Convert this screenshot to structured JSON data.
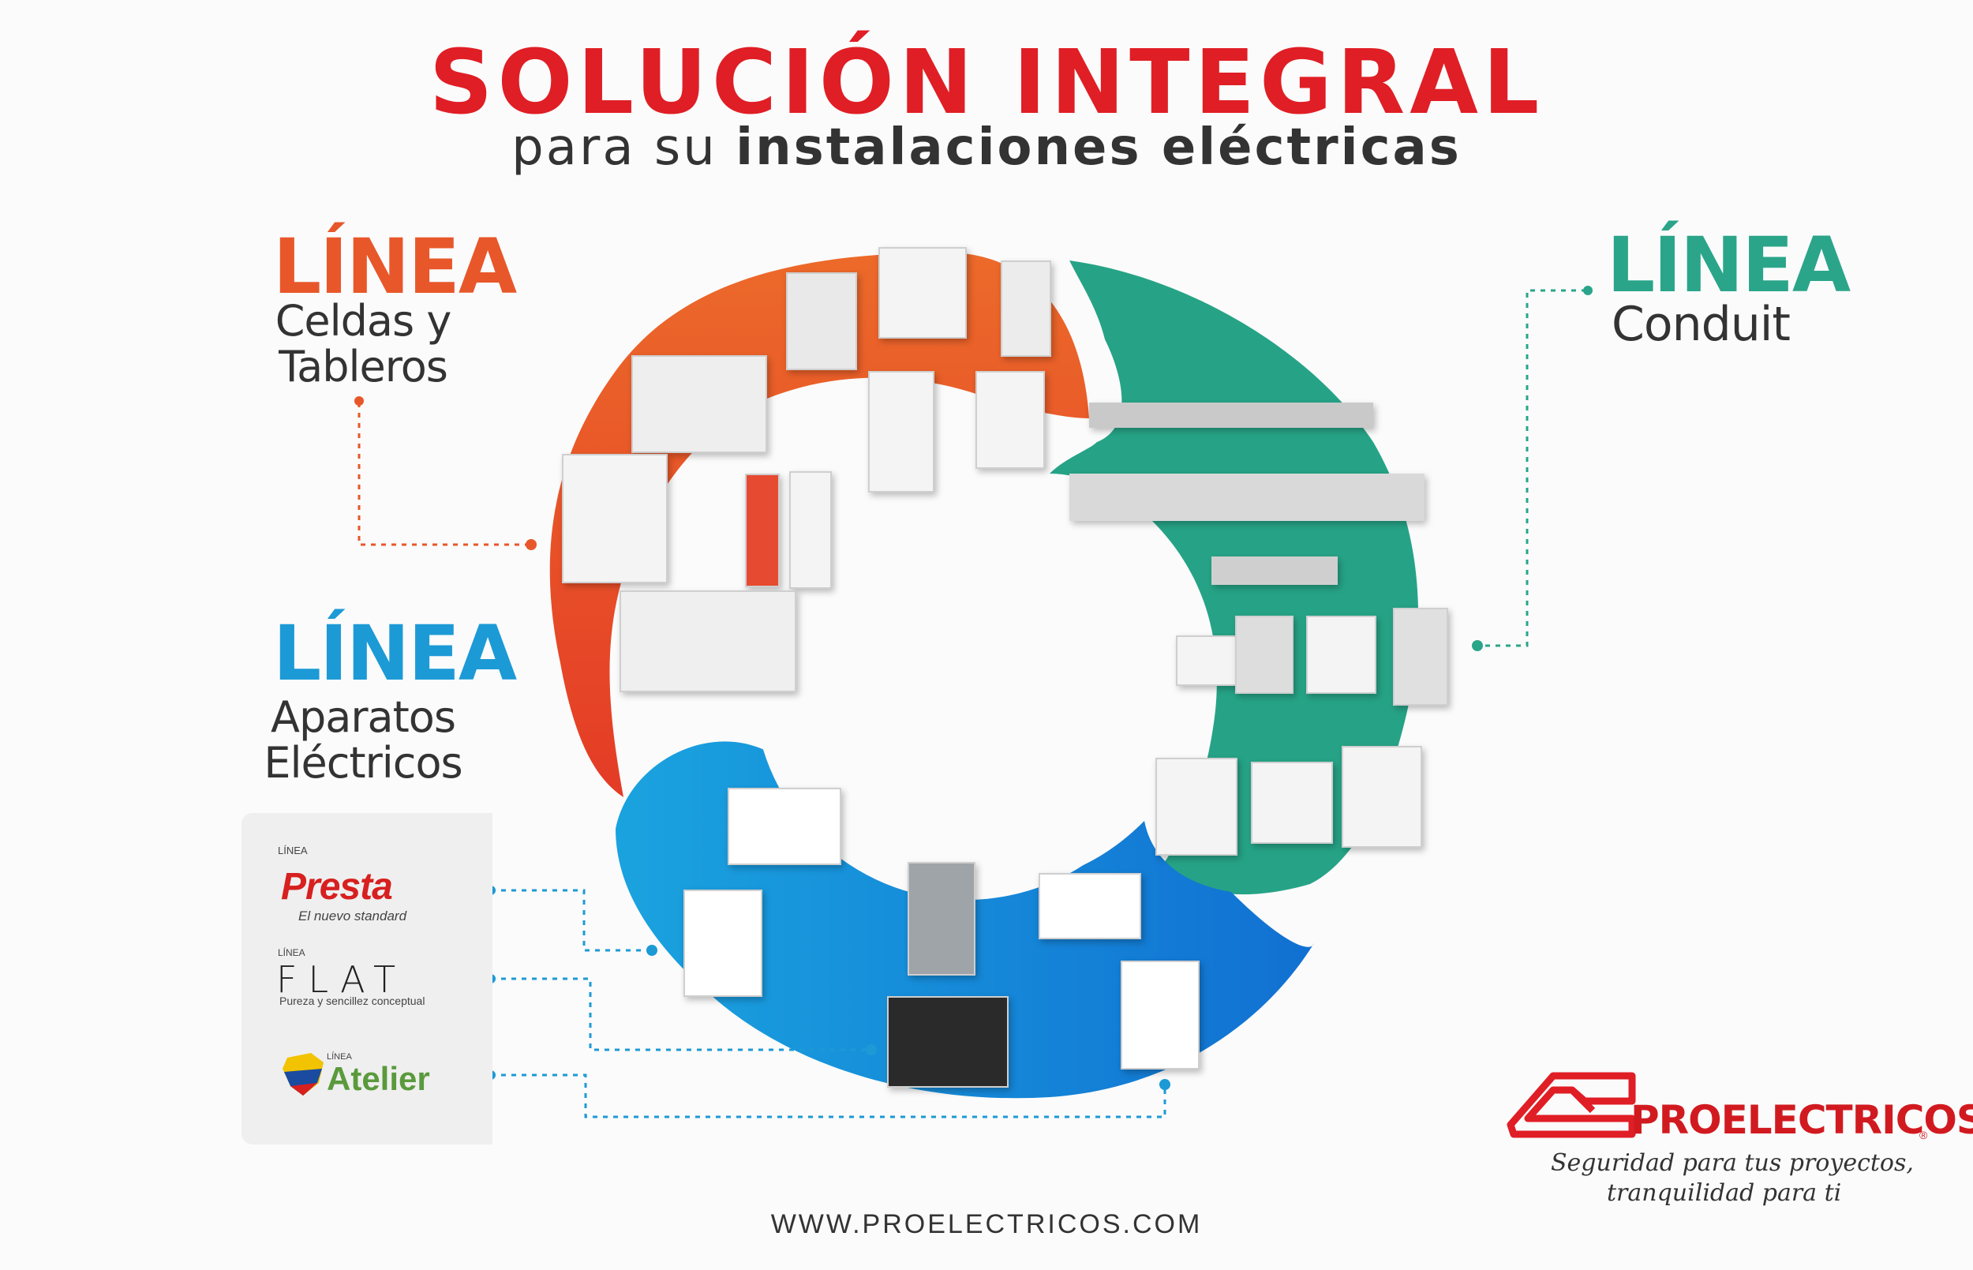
{
  "header": {
    "title": "SOLUCIÓN INTEGRAL",
    "subtitle_prefix": "para su",
    "subtitle_bold": "instalaciones eléctricas"
  },
  "sections": {
    "celdas": {
      "heading": "LÍNEA",
      "line1": "Celdas y",
      "line2": "Tableros",
      "color": "#e8572a"
    },
    "conduit": {
      "heading": "LÍNEA",
      "line1": "Conduit",
      "color": "#2aa58a"
    },
    "aparatos": {
      "heading": "LÍNEA",
      "line1": "Aparatos",
      "line2": "Eléctricos",
      "color": "#1c9ad6"
    }
  },
  "brands": {
    "presta": {
      "tag": "LÍNEA",
      "name": "Presta",
      "slogan": "El nuevo standard"
    },
    "flat": {
      "tag": "LÍNEA",
      "name": "FLAT",
      "slogan": "Pureza y sencillez conceptual"
    },
    "atelier": {
      "tag": "LÍNEA",
      "name": "Atelier"
    }
  },
  "company": {
    "name": "PROELECTRICOS",
    "slogan1": "Seguridad para tus proyectos,",
    "slogan2": "tranquilidad para ti",
    "registered": "®"
  },
  "footer": {
    "url": "WWW.PROELECTRICOS.COM"
  },
  "colors": {
    "red": "#e01e25",
    "orange": "#ea5a25",
    "teal": "#26a386",
    "blue": "#1e98dc",
    "dots_orange": "#e8572a",
    "dots_teal": "#2aa58a",
    "dots_blue": "#1c9ad6"
  }
}
